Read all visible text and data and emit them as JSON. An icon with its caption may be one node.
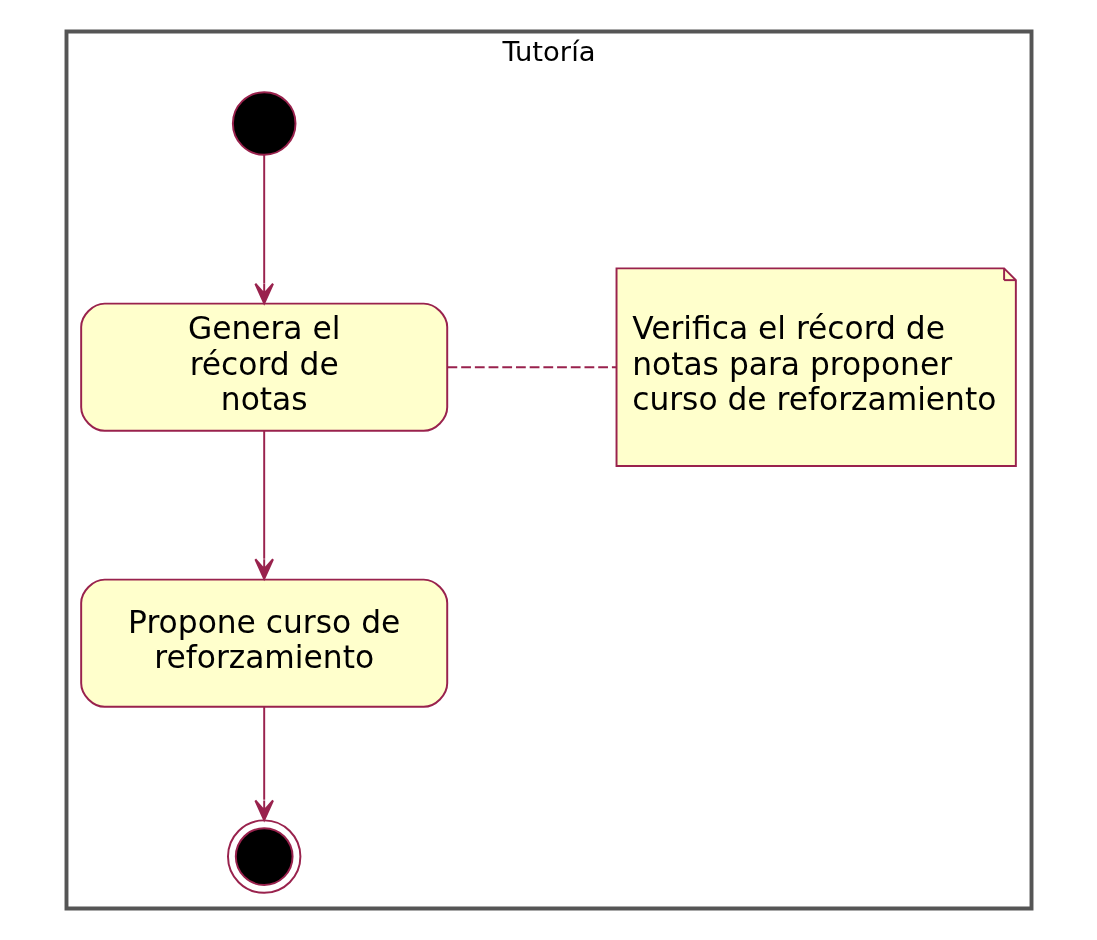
{
  "diagram": {
    "nodes": [
      {
        "text": [
          "Tutoría"
        ]
      },
      {
        "text": [],
        "shape": "circle",
        "in": 0
      },
      {
        "text": [
          "Genera el récord de notas"
        ],
        "in": 0
      },
      {
        "text": [
          "Propone curso de reforzamiento"
        ],
        "in": 0
      },
      {
        "text": [],
        "shape": "circle",
        "in": 0
      },
      {
        "text": [
          "Verifica el récord de notas para proponer curso de reforzamiento"
        ],
        "in": 0
      }
    ],
    "edges": [
      {
        "from": 1,
        "to": 2,
        "arrow": "to"
      },
      {
        "from": 2,
        "to": 3,
        "arrow": "to"
      },
      {
        "from": 3,
        "to": 4,
        "arrow": "to"
      },
      {
        "from": 2,
        "to": 5,
        "arrow": "none",
        "style": "dashed"
      }
    ]
  }
}
